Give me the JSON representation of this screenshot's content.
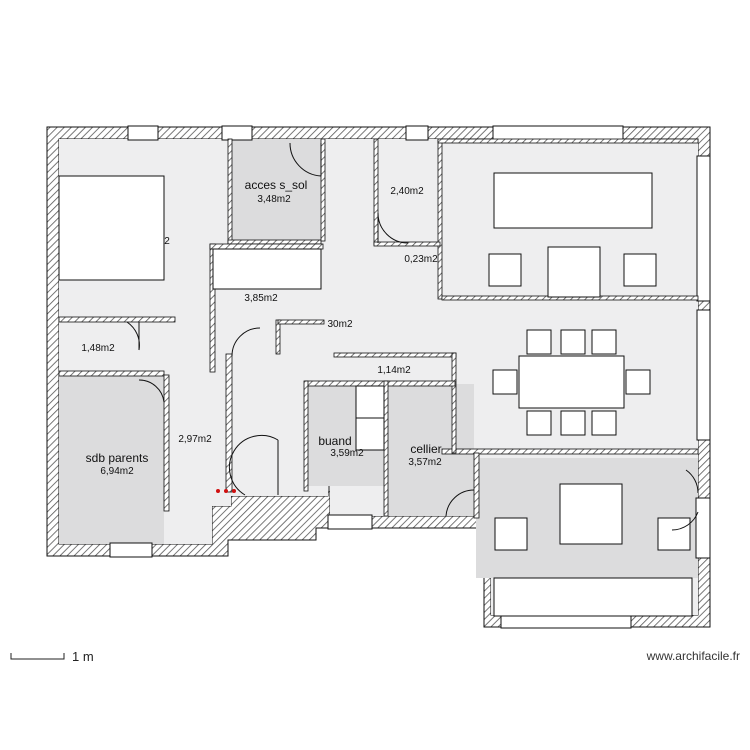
{
  "colors": {
    "floor": "#eeeeef",
    "floor_dark": "#dcdcdd",
    "wall_hatch": "#555555",
    "outline": "#111111",
    "door_marks": "#d01010"
  },
  "rooms": {
    "acces_sous_sol": {
      "name": "acces s_sol",
      "area": "3,48m2"
    },
    "cabinet_top": {
      "area": "2,40m2"
    },
    "small_storage": {
      "area": "0,23m2"
    },
    "corridor_a": {
      "area": "3,85m2"
    },
    "hall": {
      "area": "30m2"
    },
    "wc": {
      "area": "1,48m2"
    },
    "passage": {
      "area": "1,14m2"
    },
    "dressing": {
      "area": "2,97m2"
    },
    "sdb_parents": {
      "name": "sdb parents",
      "area": "6,94m2"
    },
    "buanderie": {
      "name": "buand",
      "area": "3,59m2"
    },
    "cellier": {
      "name": "cellier",
      "area": "3,57m2"
    },
    "bedroom": {
      "area": "2"
    }
  },
  "scale": {
    "label": "1 m"
  },
  "watermark": "www.archifacile.fr"
}
